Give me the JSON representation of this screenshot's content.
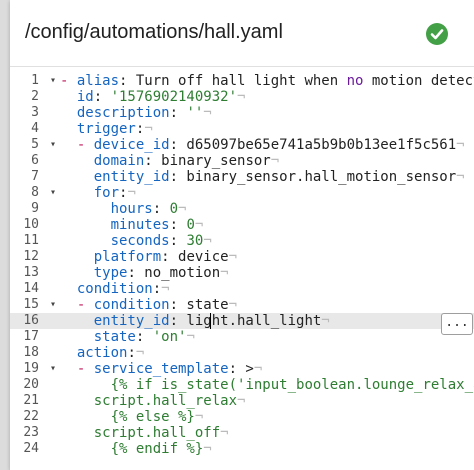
{
  "header": {
    "path": "/config/automations/hall.yaml"
  },
  "editor": {
    "line_numbers": [
      "1",
      "2",
      "3",
      "4",
      "5",
      "6",
      "7",
      "8",
      "9",
      "10",
      "11",
      "12",
      "13",
      "14",
      "15",
      "16",
      "17",
      "18",
      "19",
      "20",
      "21",
      "22",
      "23",
      "24"
    ],
    "more_label": "...",
    "lines": [
      {
        "fold": "▾",
        "html": "<span class=\"d\">- </span><span class=\"k\">alias</span><span class=\"p\">: Turn off hall light when </span><span class=\"kw\">no</span><span class=\"p\"> motion detect</span>"
      },
      {
        "html": "  <span class=\"k\">id</span><span class=\"p\">: </span><span class=\"s\">'1576902140932'</span><span class=\"inv\">&#172;</span>"
      },
      {
        "html": "  <span class=\"k\">description</span><span class=\"p\">: </span><span class=\"s\">''</span><span class=\"inv\">&#172;</span>"
      },
      {
        "html": "  <span class=\"k\">trigger</span><span class=\"p\">:</span><span class=\"inv\">&#172;</span>"
      },
      {
        "fold": "▾",
        "html": "  <span class=\"d\">- </span><span class=\"k\">device_id</span><span class=\"p\">: d65097be65e741a5b9b0b13ee1f5c561</span><span class=\"inv\">&#172;</span>"
      },
      {
        "html": "    <span class=\"k\">domain</span><span class=\"p\">: binary_sensor</span><span class=\"inv\">&#172;</span>"
      },
      {
        "html": "    <span class=\"k\">entity_id</span><span class=\"p\">: binary_sensor.hall_motion_sensor</span><span class=\"inv\">&#172;</span>"
      },
      {
        "fold": "▾",
        "html": "    <span class=\"k\">for</span><span class=\"p\">:</span><span class=\"inv\">&#172;</span>"
      },
      {
        "html": "      <span class=\"k\">hours</span><span class=\"p\">: </span><span class=\"s\">0</span><span class=\"inv\">&#172;</span>"
      },
      {
        "html": "      <span class=\"k\">minutes</span><span class=\"p\">: </span><span class=\"s\">0</span><span class=\"inv\">&#172;</span>"
      },
      {
        "html": "      <span class=\"k\">seconds</span><span class=\"p\">: </span><span class=\"s\">30</span><span class=\"inv\">&#172;</span>"
      },
      {
        "html": "    <span class=\"k\">platform</span><span class=\"p\">: device</span><span class=\"inv\">&#172;</span>"
      },
      {
        "html": "    <span class=\"k\">type</span><span class=\"p\">: no_motion</span><span class=\"inv\">&#172;</span>"
      },
      {
        "html": "  <span class=\"k\">condition</span><span class=\"p\">:</span><span class=\"inv\">&#172;</span>"
      },
      {
        "fold": "▾",
        "html": "  <span class=\"d\">- </span><span class=\"k\">condition</span><span class=\"p\">: state</span><span class=\"inv\">&#172;</span>"
      },
      {
        "active": true,
        "html": "    <span class=\"k\">entity_id</span><span class=\"p\">: light.hall_light</span><span class=\"inv\">&#172;</span>"
      },
      {
        "html": "    <span class=\"k\">state</span><span class=\"p\">: </span><span class=\"s\">'on'</span><span class=\"inv\">&#172;</span>"
      },
      {
        "html": "  <span class=\"k\">action</span><span class=\"p\">:</span><span class=\"inv\">&#172;</span>"
      },
      {
        "fold": "▾",
        "html": "  <span class=\"d\">- </span><span class=\"k\">service_template</span><span class=\"p\">: &gt;</span><span class=\"inv\">&#172;</span>"
      },
      {
        "html": "      <span class=\"s\">{% if is_state('input_boolean.lounge_relax_a</span>"
      },
      {
        "html": "    <span class=\"s\">script.hall_relax</span><span class=\"inv\">&#172;</span>"
      },
      {
        "html": "      <span class=\"s\">{% else %}</span><span class=\"inv\">&#172;</span>"
      },
      {
        "html": "    <span class=\"s\">script.hall_off</span><span class=\"inv\">&#172;</span>"
      },
      {
        "html": "      <span class=\"s\">{% endif %}</span><span class=\"inv\">&#172;</span>"
      }
    ]
  },
  "colors": {
    "valid": "#43a047",
    "key": "#1565c0",
    "string": "#2e7d32",
    "dash": "#c2185b"
  },
  "icons": {
    "valid": "check-circle-icon",
    "fold": "fold-arrow-icon"
  }
}
